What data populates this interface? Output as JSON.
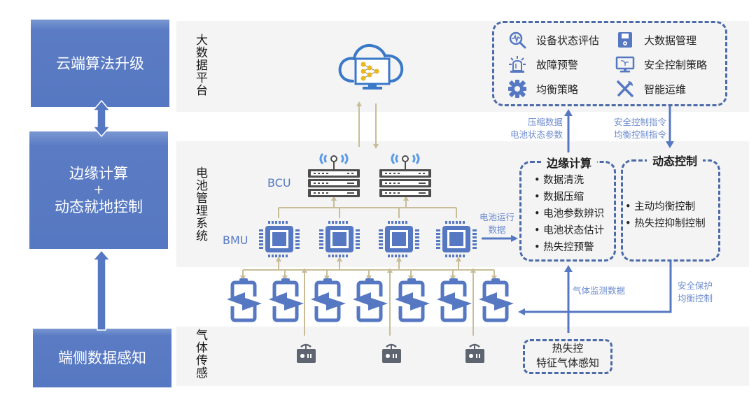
{
  "left_column": {
    "cloud_upgrade": "云端算法升级",
    "edge_line1": "边缘计算",
    "edge_plus": "+",
    "edge_line2": "动态就地控制",
    "device_sensing": "端侧数据感知"
  },
  "layers": {
    "big_data": "大数据平台",
    "bms": "电池管理系统",
    "gas_sensing": "气体传感"
  },
  "big_data_functions": [
    {
      "icon": "magnifier-chart-icon",
      "label": "设备状态评估"
    },
    {
      "icon": "alarm-light-icon",
      "label": "故障预警"
    },
    {
      "icon": "gear-icon",
      "label": "均衡策略"
    },
    {
      "icon": "floppy-disk-icon",
      "label": "大数据管理"
    },
    {
      "icon": "monitor-icon",
      "label": "安全控制策略"
    },
    {
      "icon": "tools-icon",
      "label": "智能运维"
    }
  ],
  "devices": {
    "bcu_label": "BCU",
    "bmu_label": "BMU",
    "bcu_count": 2,
    "bmu_count": 4,
    "battery_count": 7,
    "gas_sensor_count": 3
  },
  "flows": {
    "up_to_cloud_line1": "压缩数据",
    "up_to_cloud_line2": "电池状态参数",
    "down_from_cloud_line1": "安全控制指令",
    "down_from_cloud_line2": "均衡控制指令",
    "battery_run_line1": "电池运行",
    "battery_run_line2": "数据",
    "gas_monitor": "气体监测数据",
    "protect_line1": "安全保护",
    "protect_line2": "均衡控制"
  },
  "edge_computing": {
    "title": "边缘计算",
    "items": [
      "数据清洗",
      "数据压缩",
      "电池参数辨识",
      "电池状态估计",
      "热失控预警"
    ]
  },
  "dynamic_control": {
    "title": "动态控制",
    "items": [
      "主动均衡控制",
      "热失控抑制控制"
    ]
  },
  "thermal_gas": {
    "line1": "热失控",
    "line2": "特征气体感知"
  },
  "colors": {
    "primary_blue": "#5678c2",
    "dash_blue": "#4b6aa8",
    "light_blue_text": "#6d8ccf",
    "tan_line": "#c8bd98",
    "band_grey": "#f4f4f4",
    "device_grey": "#4d4d4d",
    "node_yellow": "#e8b820"
  }
}
